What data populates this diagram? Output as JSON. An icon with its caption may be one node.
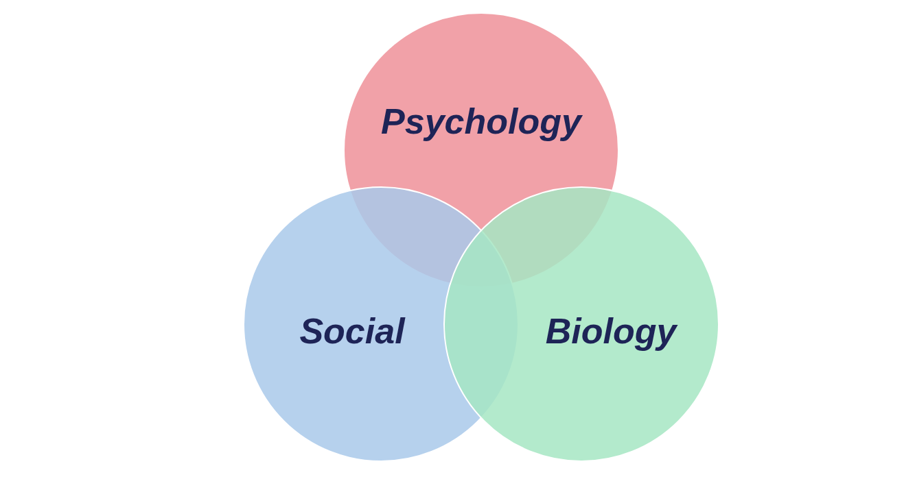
{
  "diagram": {
    "nodes": [
      {
        "text": [
          "Psychology"
        ]
      },
      {
        "text": [
          "Social"
        ]
      },
      {
        "text": [
          "Biology"
        ]
      }
    ],
    "edges": []
  }
}
